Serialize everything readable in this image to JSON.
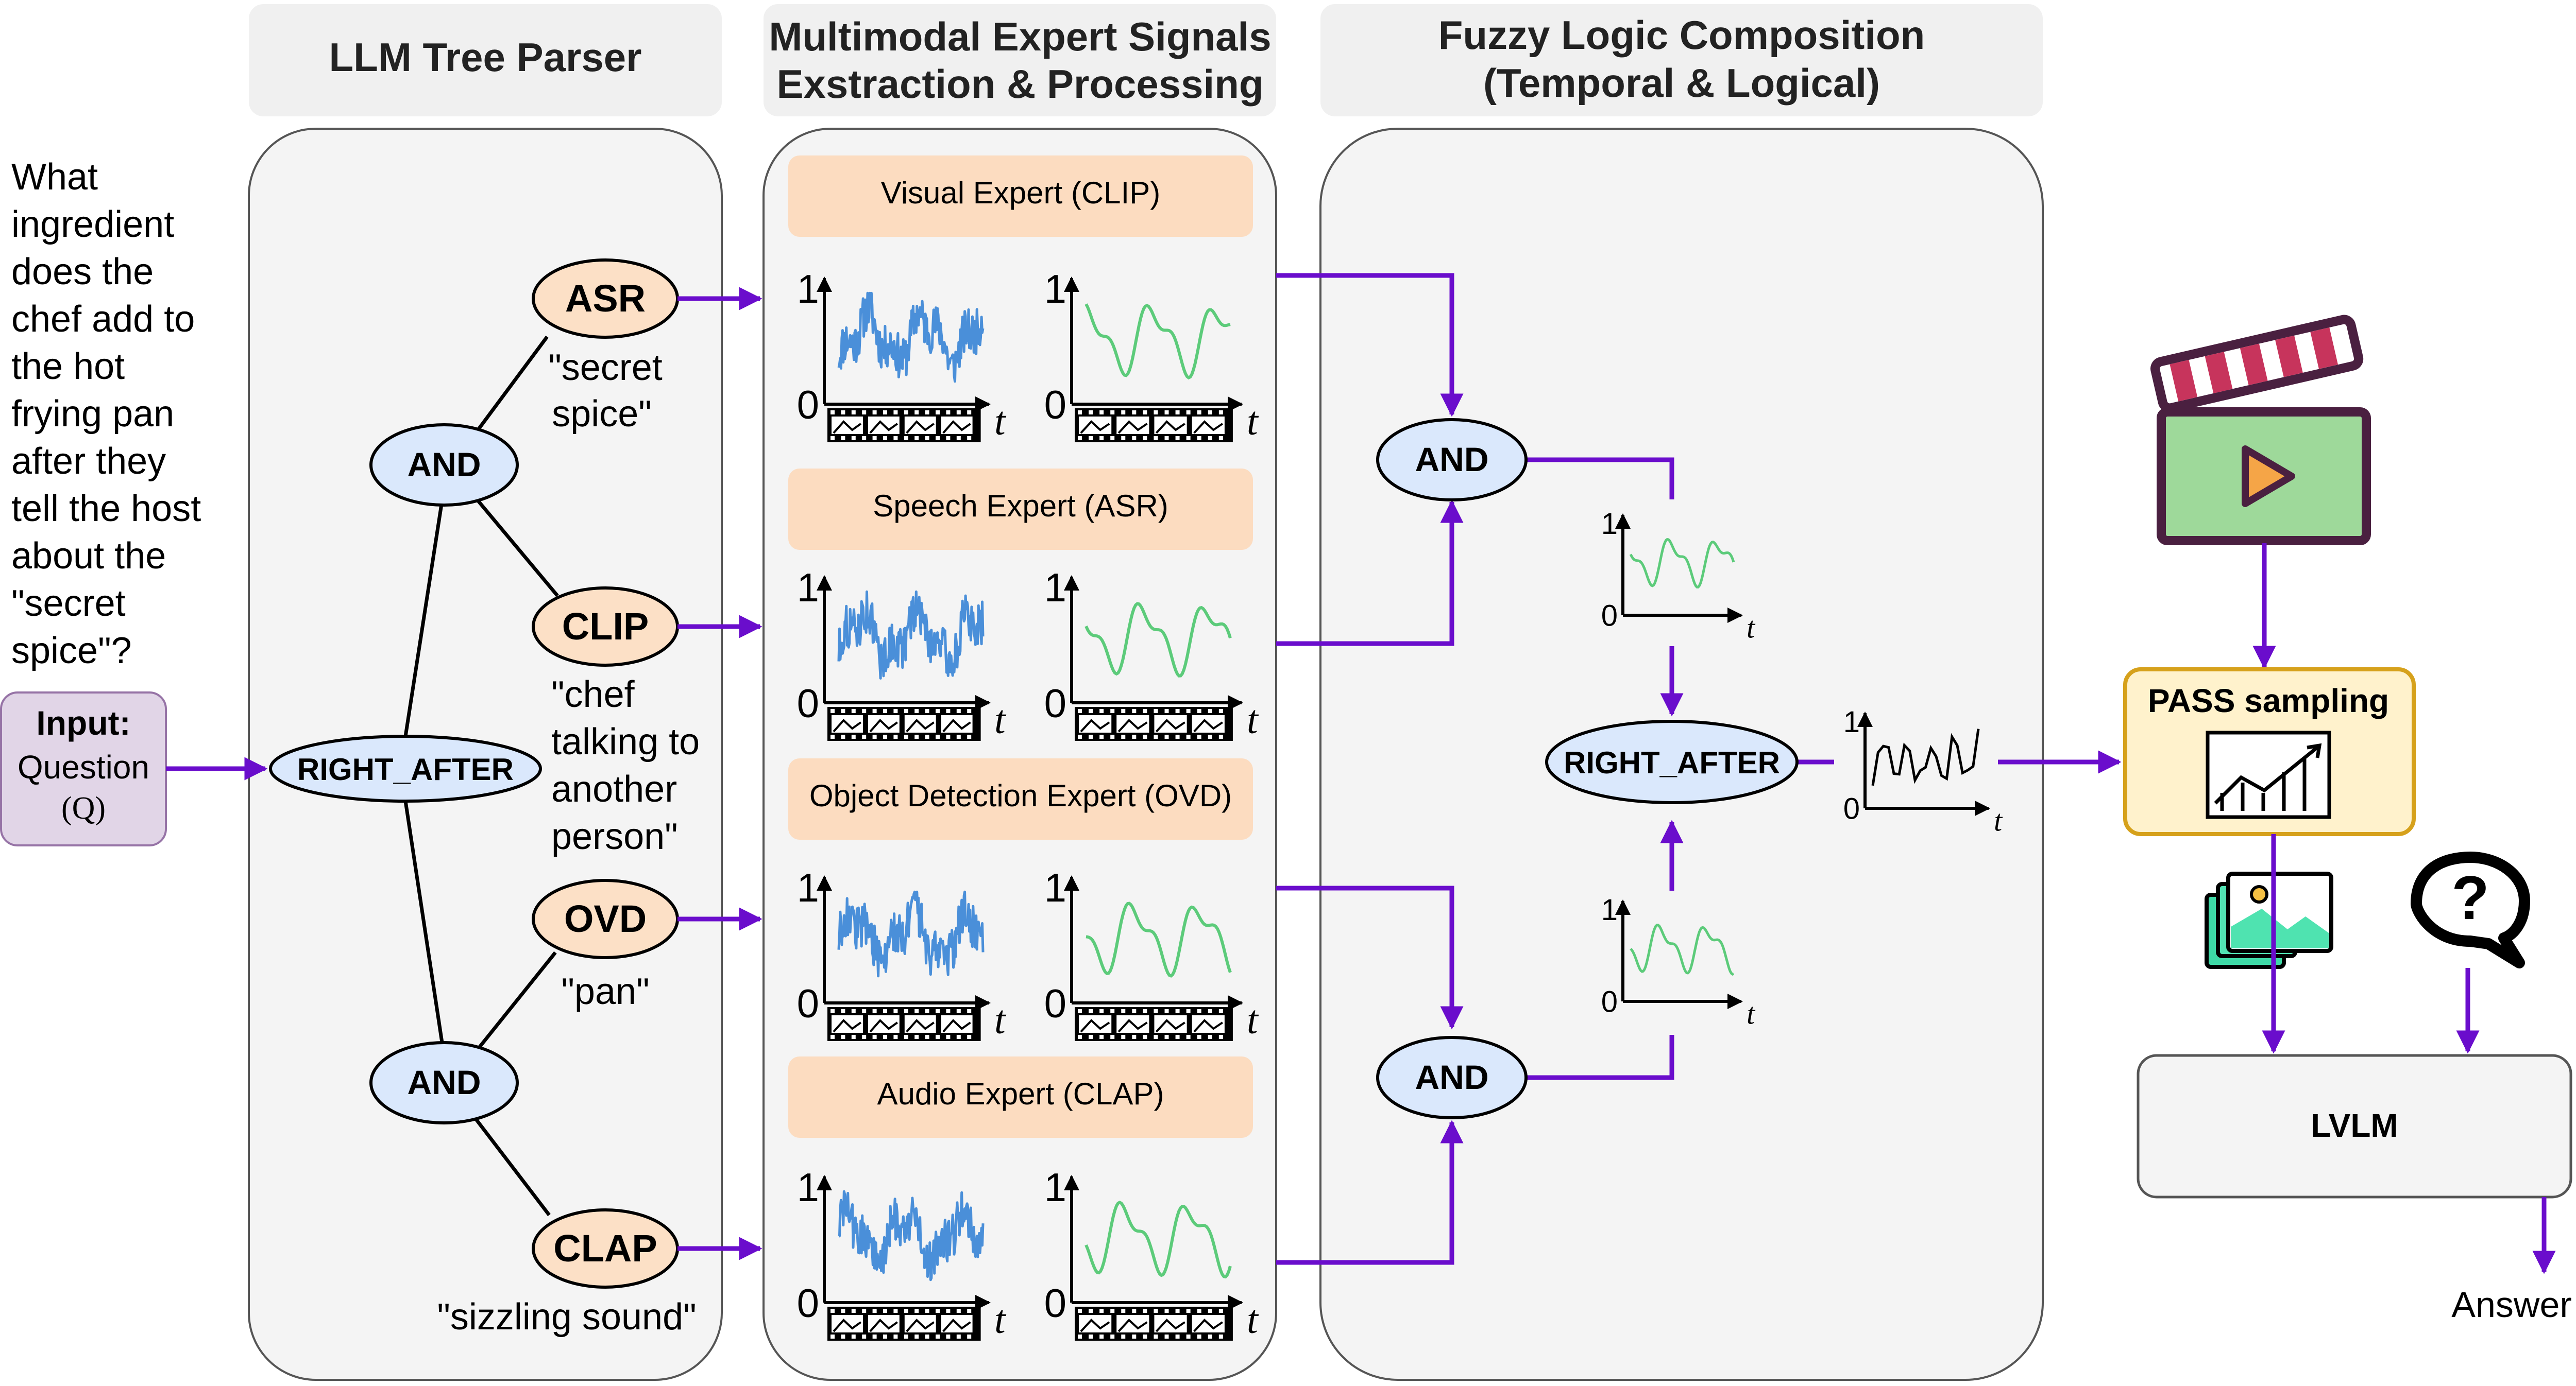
{
  "headers": {
    "parser": "LLM Tree Parser",
    "signals_line1": "Multimodal Expert Signals",
    "signals_line2": "Exstraction & Processing",
    "fuzzy_line1": "Fuzzy Logic Composition",
    "fuzzy_line2": "(Temporal & Logical)"
  },
  "question": {
    "lines": [
      "What",
      "ingredient",
      "does the",
      "chef add to",
      "the hot",
      "frying pan",
      "after they",
      "tell the host",
      "about the",
      "\"secret",
      "spice\"?"
    ]
  },
  "input_box": {
    "title": "Input:",
    "line2": "Question",
    "line3": "(Q)"
  },
  "tree": {
    "root": "RIGHT_AFTER",
    "and_top": "AND",
    "and_bottom": "AND",
    "leaves": [
      {
        "label": "ASR",
        "query_lines": [
          "\"secret",
          "spice\""
        ]
      },
      {
        "label": "CLIP",
        "query_lines": [
          "\"chef",
          "talking to",
          "another",
          "person\""
        ]
      },
      {
        "label": "OVD",
        "query_lines": [
          "\"pan\""
        ]
      },
      {
        "label": "CLAP",
        "query_lines": [
          "\"sizzling sound\""
        ]
      }
    ]
  },
  "experts": [
    {
      "title": "Visual Expert (CLIP)"
    },
    {
      "title": "Speech Expert (ASR)"
    },
    {
      "title": "Object Detection Expert (OVD)"
    },
    {
      "title": "Audio Expert (CLAP)"
    }
  ],
  "axis": {
    "one": "1",
    "zero": "0",
    "t": "t"
  },
  "fuzzy": {
    "and_top": "AND",
    "and_bottom": "AND",
    "right_after": "RIGHT_AFTER"
  },
  "pipeline": {
    "pass_sampling": "PASS sampling",
    "lvlm": "LVLM",
    "answer": "Answer"
  },
  "icons": {
    "video": "clapperboard-play-icon",
    "growth": "growth-chart-icon",
    "frames": "image-frames-icon",
    "question": "question-bubble-icon"
  },
  "colors": {
    "arrow": "#6A0DCC",
    "node_blue": "#DAE8FC",
    "node_orange": "#FCE0C6",
    "input_fill": "#E1D5E7",
    "input_stroke": "#9673A6",
    "panel_fill": "#F4F4F4",
    "header_fill": "#F0F0F0",
    "expert_header": "#FCDCC0",
    "raw_signal": "#4A8FD9",
    "smooth_signal": "#5CCB7A",
    "pass_fill": "#FFF2CC",
    "pass_stroke": "#D6A11B"
  }
}
